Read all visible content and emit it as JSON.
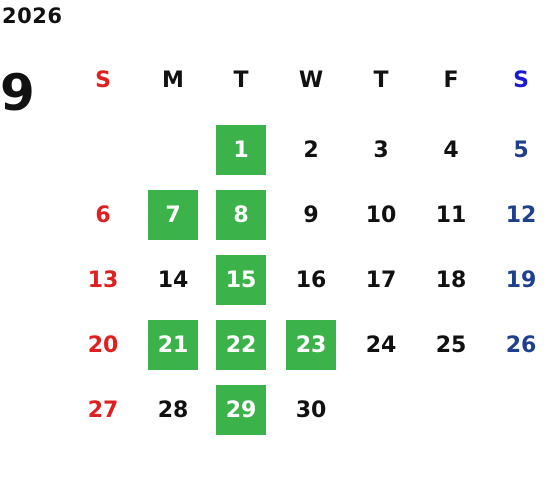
{
  "calendar": {
    "year": "2026",
    "month": "9",
    "weekday_headers": [
      "S",
      "M",
      "T",
      "W",
      "T",
      "F",
      "S"
    ],
    "colors": {
      "sunday": "#e02020",
      "saturday_header": "#1a1ad0",
      "saturday": "#1f3f8f",
      "highlight_bg": "#3cb34a",
      "highlight_text": "#ffffff",
      "default_text": "#111111"
    },
    "weeks": [
      [
        {
          "d": "",
          "hl": false
        },
        {
          "d": "",
          "hl": false
        },
        {
          "d": "1",
          "hl": true
        },
        {
          "d": "2",
          "hl": false
        },
        {
          "d": "3",
          "hl": false
        },
        {
          "d": "4",
          "hl": false
        },
        {
          "d": "5",
          "hl": false
        }
      ],
      [
        {
          "d": "6",
          "hl": false
        },
        {
          "d": "7",
          "hl": true
        },
        {
          "d": "8",
          "hl": true
        },
        {
          "d": "9",
          "hl": false
        },
        {
          "d": "10",
          "hl": false
        },
        {
          "d": "11",
          "hl": false
        },
        {
          "d": "12",
          "hl": false
        }
      ],
      [
        {
          "d": "13",
          "hl": false
        },
        {
          "d": "14",
          "hl": false
        },
        {
          "d": "15",
          "hl": true
        },
        {
          "d": "16",
          "hl": false
        },
        {
          "d": "17",
          "hl": false
        },
        {
          "d": "18",
          "hl": false
        },
        {
          "d": "19",
          "hl": false
        }
      ],
      [
        {
          "d": "20",
          "hl": false
        },
        {
          "d": "21",
          "hl": true
        },
        {
          "d": "22",
          "hl": true
        },
        {
          "d": "23",
          "hl": true
        },
        {
          "d": "24",
          "hl": false
        },
        {
          "d": "25",
          "hl": false
        },
        {
          "d": "26",
          "hl": false
        }
      ],
      [
        {
          "d": "27",
          "hl": false
        },
        {
          "d": "28",
          "hl": false
        },
        {
          "d": "29",
          "hl": true
        },
        {
          "d": "30",
          "hl": false
        },
        {
          "d": "",
          "hl": false
        },
        {
          "d": "",
          "hl": false
        },
        {
          "d": "",
          "hl": false
        }
      ]
    ]
  }
}
